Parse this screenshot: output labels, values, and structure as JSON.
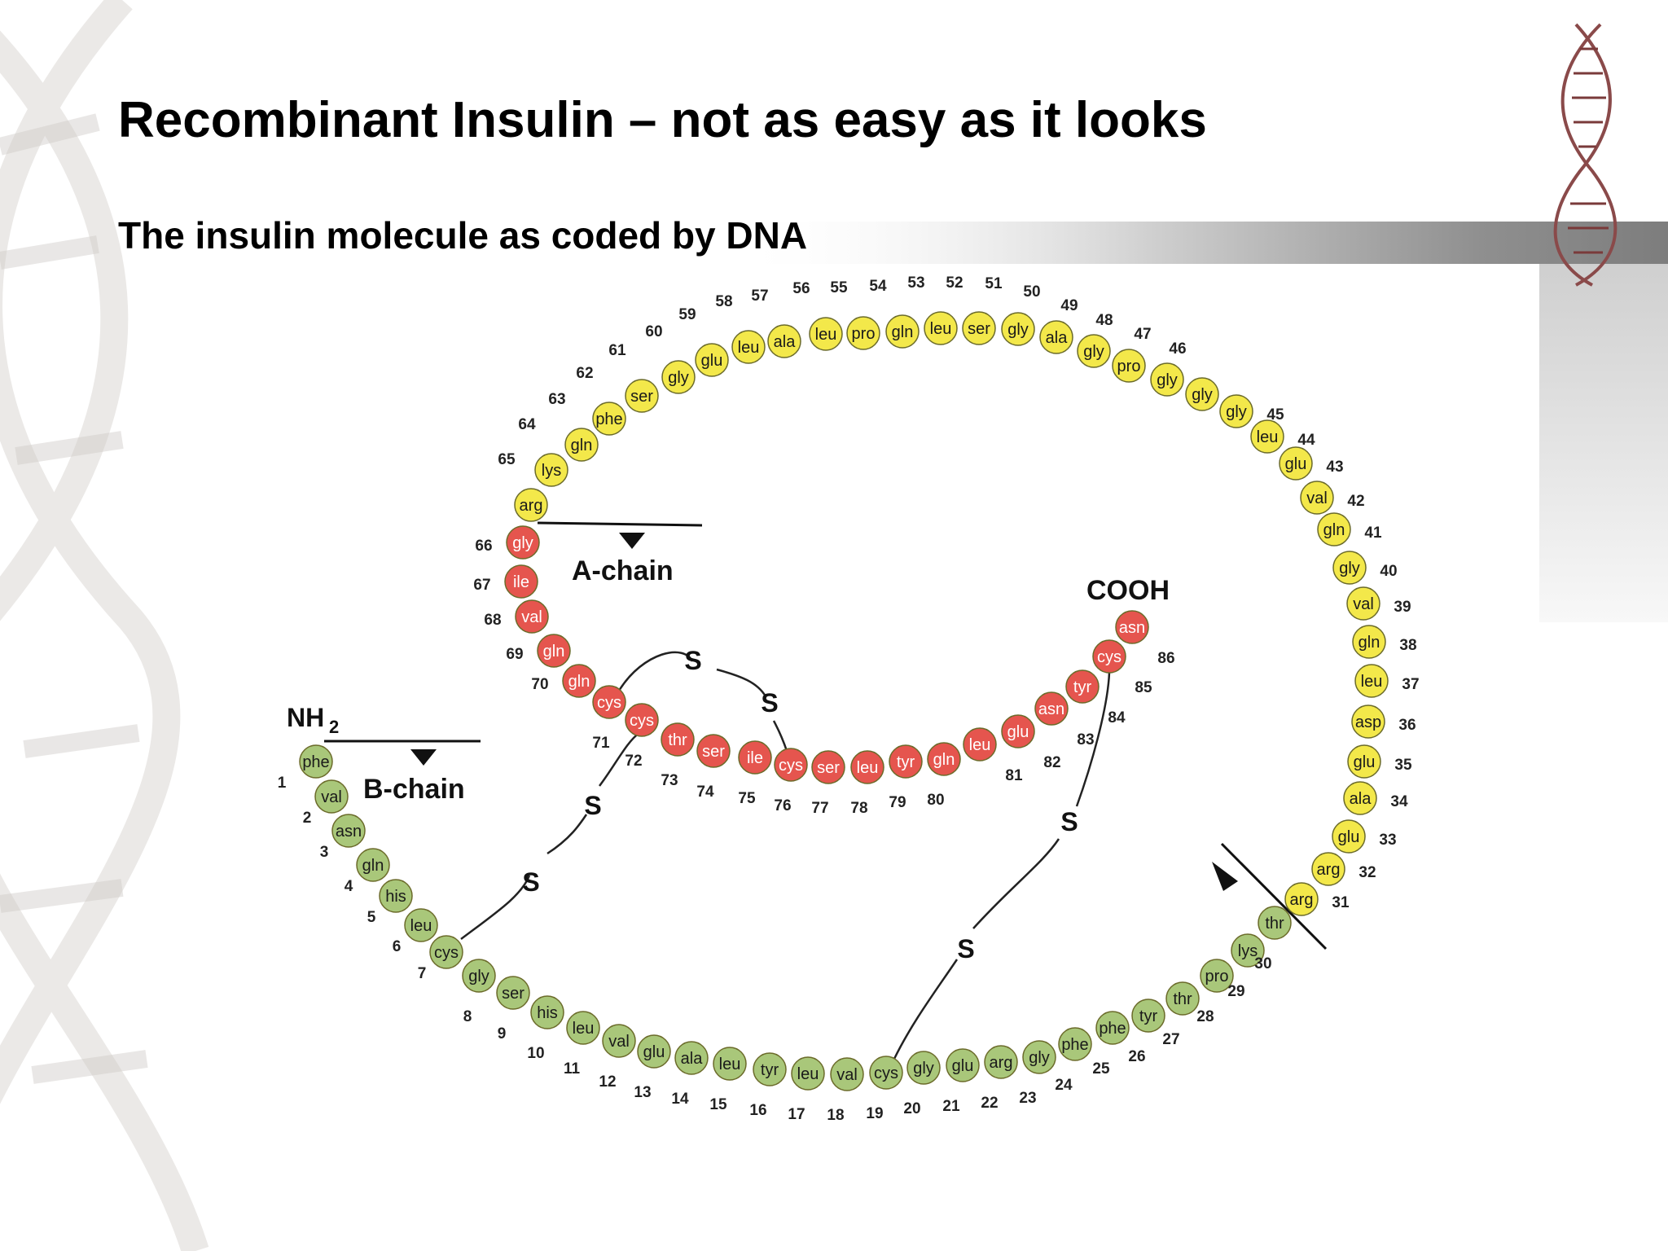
{
  "slide": {
    "title": "Recombinant Insulin – not as easy as it looks",
    "subtitle": "The insulin molecule  as coded by DNA"
  },
  "diagram": {
    "labels": {
      "nh2": "NH",
      "nh2_sub": "2",
      "cooh": "COOH",
      "a_chain": "A-chain",
      "b_chain": "B-chain",
      "sulfur": "S"
    },
    "colors": {
      "b_chain": "#a9c77a",
      "c_peptide": "#f3e84a",
      "a_chain": "#e5554e",
      "outline": "#6b6b2a"
    },
    "residues": [
      {
        "n": 1,
        "aa": "phe",
        "c": "B"
      },
      {
        "n": 2,
        "aa": "val",
        "c": "B"
      },
      {
        "n": 3,
        "aa": "asn",
        "c": "B"
      },
      {
        "n": 4,
        "aa": "gln",
        "c": "B"
      },
      {
        "n": 5,
        "aa": "his",
        "c": "B"
      },
      {
        "n": 6,
        "aa": "leu",
        "c": "B"
      },
      {
        "n": 7,
        "aa": "cys",
        "c": "B"
      },
      {
        "n": 8,
        "aa": "gly",
        "c": "B"
      },
      {
        "n": 9,
        "aa": "ser",
        "c": "B"
      },
      {
        "n": 10,
        "aa": "his",
        "c": "B"
      },
      {
        "n": 11,
        "aa": "leu",
        "c": "B"
      },
      {
        "n": 12,
        "aa": "val",
        "c": "B"
      },
      {
        "n": 13,
        "aa": "glu",
        "c": "B"
      },
      {
        "n": 14,
        "aa": "ala",
        "c": "B"
      },
      {
        "n": 15,
        "aa": "leu",
        "c": "B"
      },
      {
        "n": 16,
        "aa": "tyr",
        "c": "B"
      },
      {
        "n": 17,
        "aa": "leu",
        "c": "B"
      },
      {
        "n": 18,
        "aa": "val",
        "c": "B"
      },
      {
        "n": 19,
        "aa": "cys",
        "c": "B"
      },
      {
        "n": 20,
        "aa": "gly",
        "c": "B"
      },
      {
        "n": 21,
        "aa": "glu",
        "c": "B"
      },
      {
        "n": 22,
        "aa": "arg",
        "c": "B"
      },
      {
        "n": 23,
        "aa": "gly",
        "c": "B"
      },
      {
        "n": 24,
        "aa": "phe",
        "c": "B"
      },
      {
        "n": 25,
        "aa": "phe",
        "c": "B"
      },
      {
        "n": 26,
        "aa": "tyr",
        "c": "B"
      },
      {
        "n": 27,
        "aa": "thr",
        "c": "B"
      },
      {
        "n": 28,
        "aa": "pro",
        "c": "B"
      },
      {
        "n": 29,
        "aa": "lys",
        "c": "B"
      },
      {
        "n": 30,
        "aa": "thr",
        "c": "B"
      },
      {
        "n": 31,
        "aa": "arg",
        "c": "C"
      },
      {
        "n": 32,
        "aa": "arg",
        "c": "C"
      },
      {
        "n": 33,
        "aa": "glu",
        "c": "C"
      },
      {
        "n": 34,
        "aa": "ala",
        "c": "C"
      },
      {
        "n": 35,
        "aa": "glu",
        "c": "C"
      },
      {
        "n": 36,
        "aa": "asp",
        "c": "C"
      },
      {
        "n": 37,
        "aa": "leu",
        "c": "C"
      },
      {
        "n": 38,
        "aa": "gln",
        "c": "C"
      },
      {
        "n": 39,
        "aa": "val",
        "c": "C"
      },
      {
        "n": 40,
        "aa": "gly",
        "c": "C"
      },
      {
        "n": 41,
        "aa": "gln",
        "c": "C"
      },
      {
        "n": 42,
        "aa": "val",
        "c": "C"
      },
      {
        "n": 43,
        "aa": "glu",
        "c": "C"
      },
      {
        "n": 44,
        "aa": "leu",
        "c": "C"
      },
      {
        "n": 45,
        "aa": "gly",
        "c": "C"
      },
      {
        "n": 46,
        "aa": "gly",
        "c": "C"
      },
      {
        "n": 47,
        "aa": "gly",
        "c": "C"
      },
      {
        "n": 48,
        "aa": "pro",
        "c": "C"
      },
      {
        "n": 49,
        "aa": "gly",
        "c": "C"
      },
      {
        "n": 50,
        "aa": "ala",
        "c": "C"
      },
      {
        "n": 51,
        "aa": "gly",
        "c": "C"
      },
      {
        "n": 52,
        "aa": "ser",
        "c": "C"
      },
      {
        "n": 53,
        "aa": "leu",
        "c": "C"
      },
      {
        "n": 54,
        "aa": "gln",
        "c": "C"
      },
      {
        "n": 55,
        "aa": "pro",
        "c": "C"
      },
      {
        "n": 56,
        "aa": "leu",
        "c": "C"
      },
      {
        "n": 57,
        "aa": "ala",
        "c": "C"
      },
      {
        "n": 58,
        "aa": "leu",
        "c": "C"
      },
      {
        "n": 59,
        "aa": "glu",
        "c": "C"
      },
      {
        "n": 60,
        "aa": "gly",
        "c": "C"
      },
      {
        "n": 61,
        "aa": "ser",
        "c": "C"
      },
      {
        "n": 62,
        "aa": "phe",
        "c": "C"
      },
      {
        "n": 63,
        "aa": "gln",
        "c": "C"
      },
      {
        "n": 64,
        "aa": "lys",
        "c": "C"
      },
      {
        "n": 65,
        "aa": "arg",
        "c": "C"
      },
      {
        "n": 66,
        "aa": "gly",
        "c": "A"
      },
      {
        "n": 67,
        "aa": "ile",
        "c": "A"
      },
      {
        "n": 68,
        "aa": "val",
        "c": "A"
      },
      {
        "n": 69,
        "aa": "gln",
        "c": "A"
      },
      {
        "n": 70,
        "aa": "gln",
        "c": "A"
      },
      {
        "n": 71,
        "aa": "cys",
        "c": "A"
      },
      {
        "n": 72,
        "aa": "cys",
        "c": "A"
      },
      {
        "n": 73,
        "aa": "thr",
        "c": "A"
      },
      {
        "n": 74,
        "aa": "ser",
        "c": "A"
      },
      {
        "n": 75,
        "aa": "ile",
        "c": "A"
      },
      {
        "n": 76,
        "aa": "cys",
        "c": "A"
      },
      {
        "n": 77,
        "aa": "ser",
        "c": "A"
      },
      {
        "n": 78,
        "aa": "leu",
        "c": "A"
      },
      {
        "n": 79,
        "aa": "tyr",
        "c": "A"
      },
      {
        "n": 80,
        "aa": "gln",
        "c": "A"
      },
      {
        "n": 81,
        "aa": "leu",
        "c": "A"
      },
      {
        "n": 82,
        "aa": "glu",
        "c": "A"
      },
      {
        "n": 83,
        "aa": "asn",
        "c": "A"
      },
      {
        "n": 84,
        "aa": "tyr",
        "c": "A"
      },
      {
        "n": 85,
        "aa": "cys",
        "c": "A"
      },
      {
        "n": 86,
        "aa": "asn",
        "c": "A"
      }
    ]
  }
}
